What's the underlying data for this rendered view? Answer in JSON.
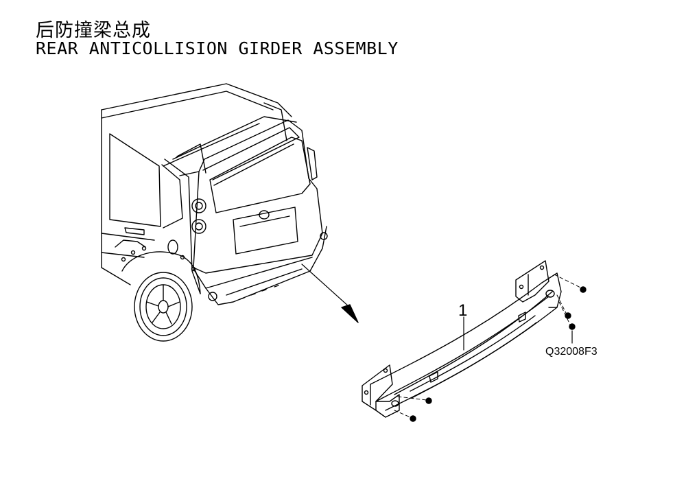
{
  "header": {
    "title_cn": "后防撞梁总成",
    "title_en": "REAR ANTICOLLISION GIRDER ASSEMBLY"
  },
  "callouts": {
    "part_number": "1",
    "fastener_code": "Q32008F3"
  }
}
